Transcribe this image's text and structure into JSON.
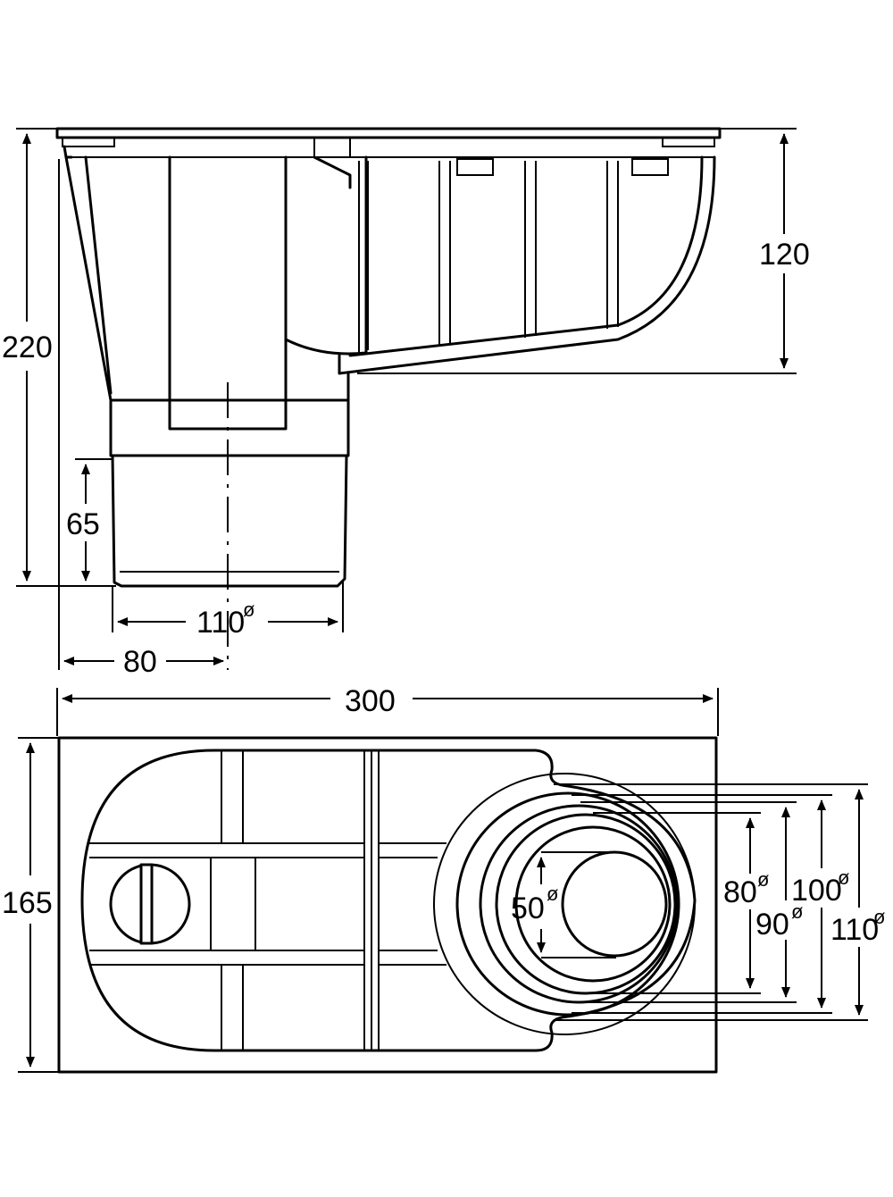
{
  "side_view": {
    "dims": {
      "total_height": "220",
      "upper_height": "120",
      "pipe_length": "65",
      "outlet_diameter": "110",
      "offset": "80"
    }
  },
  "top_view": {
    "dims": {
      "width": "300",
      "depth": "165",
      "d50": "50",
      "d80": "80",
      "d90": "90",
      "d100": "100",
      "d110": "110"
    }
  },
  "diameter_symbol": "ø"
}
